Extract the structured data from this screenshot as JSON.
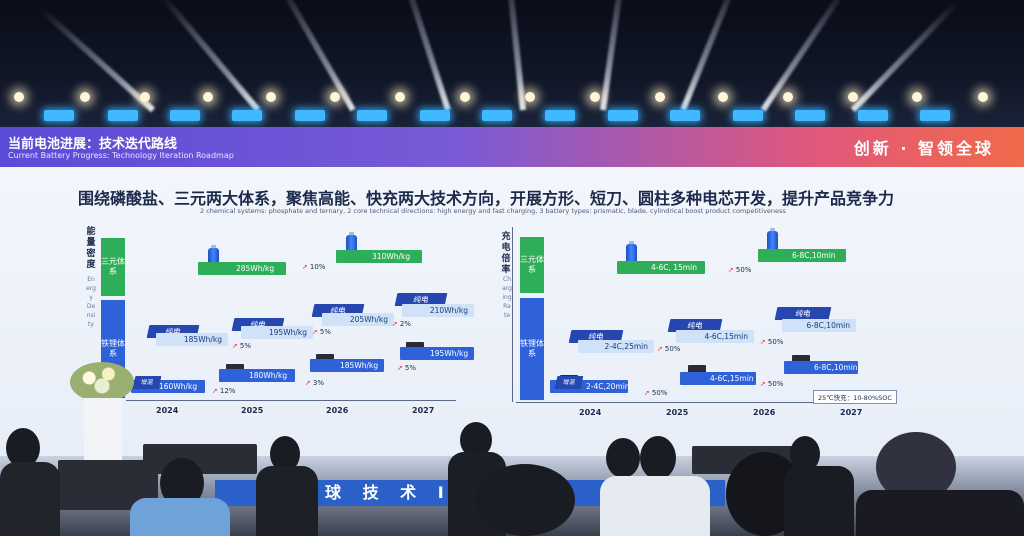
{
  "banner": {
    "title_cn": "当前电池进展：技术迭代路线",
    "title_en": "Current Battery Progress: Technology Iteration Roadmap",
    "slogan": "创新 · 智领全球"
  },
  "headline": "围绕磷酸盐、三元两大体系，聚焦高能、快充两大技术方向，开展方形、短刀、圆柱多种电芯开发，提升产品竞争力",
  "subline": "2 chemical systems: phosphate and ternary, 2 core technical directions: high energy and fast charging, 3 battery types: prismatic, blade, cylindrical  boost product competitiveness",
  "left_panel": {
    "axis_cn": "能量密度",
    "axis_en": "Energy Density",
    "band_ternary": "三元体系",
    "band_lfp": "铁锂体系",
    "years": [
      "2024",
      "2025",
      "2026",
      "2027"
    ],
    "ternary": [
      {
        "label": "285Wh/kg",
        "pct": "10%"
      },
      {
        "label": "310Wh/kg"
      }
    ],
    "lfp_upper": [
      {
        "tag": "纯电",
        "label": "185Wh/kg",
        "pct": "5%"
      },
      {
        "tag": "纯电",
        "label": "195Wh/kg",
        "pct": "5%"
      },
      {
        "tag": "纯电",
        "label": "205Wh/kg",
        "pct": "2%"
      },
      {
        "tag": "纯电",
        "label": "210Wh/kg"
      }
    ],
    "lfp_lower": [
      {
        "tag": "增混",
        "label": "160Wh/kg",
        "pct": "12%"
      },
      {
        "label": "180Wh/kg",
        "pct": "3%"
      },
      {
        "label": "185Wh/kg",
        "pct": "5%"
      },
      {
        "label": "195Wh/kg"
      }
    ]
  },
  "right_panel": {
    "axis_cn": "充电倍率",
    "axis_en": "Charging Rate",
    "band_ternary": "三元体系",
    "band_lfp": "铁锂体系",
    "years": [
      "2024",
      "2025",
      "2026",
      "2027"
    ],
    "ternary": [
      {
        "label": "4-6C, 15min",
        "pct": "50%"
      },
      {
        "label": "6-8C,10min"
      }
    ],
    "lfp_upper": [
      {
        "tag": "纯电",
        "label": "2-4C,25min",
        "pct": "50%"
      },
      {
        "tag": "纯电",
        "label": "4-6C,15min",
        "pct": "50%"
      },
      {
        "tag": "纯电",
        "label": "6-8C,10min"
      }
    ],
    "lfp_lower": [
      {
        "tag": "增混",
        "label": "2-4C,20min",
        "pct": "50%"
      },
      {
        "label": "4-6C,15min",
        "pct": "50%"
      },
      {
        "label": "6-8C,10min"
      }
    ],
    "note": "25℃快充：10-80%SOC"
  },
  "stage_front": "球 技 术 I",
  "colors": {
    "ternary": "#2fae5a",
    "lfp": "#2f62d8",
    "banner_start": "#5a4bd6",
    "banner_end": "#f06a4a",
    "arrow": "#e03030"
  }
}
